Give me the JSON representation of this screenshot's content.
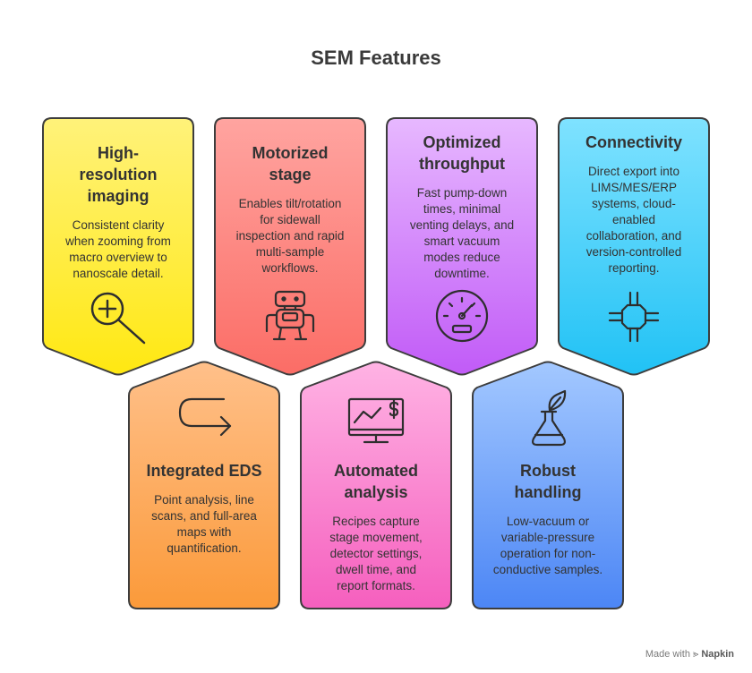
{
  "title": "SEM Features",
  "footer": {
    "made_with": "Made with",
    "brand": "Napkin"
  },
  "cards": [
    {
      "id": "high-resolution-imaging",
      "title": "High-resolution imaging",
      "title_lines": [
        "High-",
        "resolution",
        "imaging"
      ],
      "desc_lines": [
        "Consistent clarity",
        "when zooming from",
        "macro overview to",
        "nanoscale detail."
      ],
      "icon": "magnifier-plus-icon",
      "color_top": "#fff27a",
      "color_bottom": "#ffe812"
    },
    {
      "id": "motorized-stage",
      "title": "Motorized stage",
      "title_lines": [
        "Motorized",
        "stage"
      ],
      "desc_lines": [
        "Enables tilt/rotation",
        "for sidewall",
        "inspection and rapid",
        "multi-sample",
        "workflows."
      ],
      "icon": "robot-icon",
      "color_top": "#ffa4a0",
      "color_bottom": "#fb6d66"
    },
    {
      "id": "optimized-throughput",
      "title": "Optimized throughput",
      "title_lines": [
        "Optimized",
        "throughput"
      ],
      "desc_lines": [
        "Fast pump-down",
        "times, minimal",
        "venting delays, and",
        "smart vacuum",
        "modes reduce",
        "downtime."
      ],
      "icon": "speedometer-icon",
      "color_top": "#e7b8ff",
      "color_bottom": "#c15bf7"
    },
    {
      "id": "connectivity",
      "title": "Connectivity",
      "title_lines": [
        "Connectivity"
      ],
      "desc_lines": [
        "Direct export into",
        "LIMS/MES/ERP",
        "systems, cloud-",
        "enabled",
        "collaboration, and",
        "version-controlled",
        "reporting."
      ],
      "icon": "network-hub-icon",
      "color_top": "#7fe2ff",
      "color_bottom": "#21c2f5"
    },
    {
      "id": "integrated-eds",
      "title": "Integrated EDS",
      "title_lines": [
        "Integrated EDS"
      ],
      "desc_lines": [
        "Point analysis, line",
        "scans, and full-area",
        "maps with",
        "quantification."
      ],
      "icon": "u-turn-arrow-icon",
      "color_top": "#ffc08a",
      "color_bottom": "#fb9a3a"
    },
    {
      "id": "automated-analysis",
      "title": "Automated analysis",
      "title_lines": [
        "Automated",
        "analysis"
      ],
      "desc_lines": [
        "Recipes capture",
        "stage movement,",
        "detector settings,",
        "dwell time, and",
        "report formats."
      ],
      "icon": "monitor-chart-dollar-icon",
      "color_top": "#ffb3e4",
      "color_bottom": "#f55fbe"
    },
    {
      "id": "robust-handling",
      "title": "Robust handling",
      "title_lines": [
        "Robust",
        "handling"
      ],
      "desc_lines": [
        "Low-vacuum or",
        "variable-pressure",
        "operation for non-",
        "conductive samples."
      ],
      "icon": "flask-leaf-icon",
      "color_top": "#a3c8ff",
      "color_bottom": "#4c86f5"
    }
  ]
}
